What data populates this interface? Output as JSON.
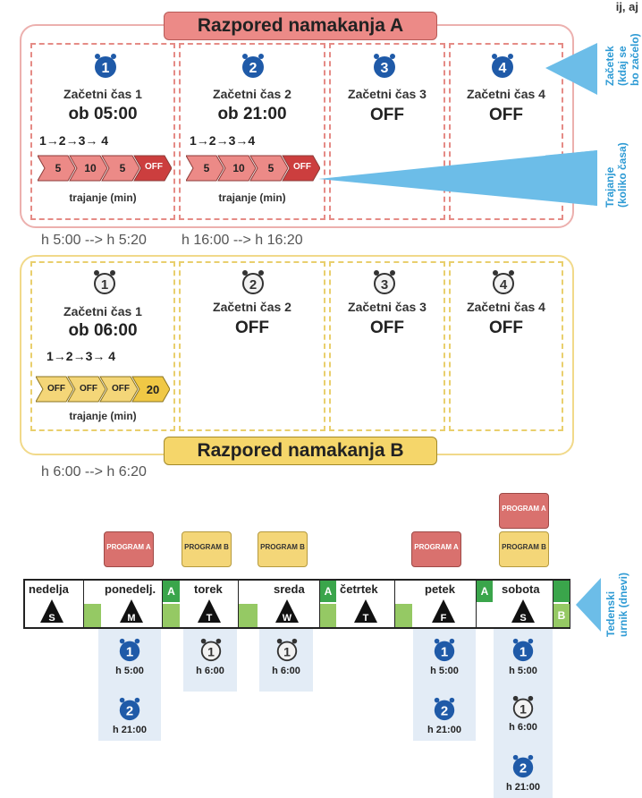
{
  "schedule_a": {
    "title": "Razpored namakanja A",
    "slots": [
      {
        "number": "1",
        "label": "Začetni čas 1",
        "time": "ob 05:00",
        "sequence": "1→2→3→ 4",
        "durations": [
          "5",
          "10",
          "5",
          "OFF"
        ],
        "duration_label": "trajanje (min)"
      },
      {
        "number": "2",
        "label": "Začetni čas 2",
        "time": "ob 21:00",
        "sequence": "1→2→3→4",
        "durations": [
          "5",
          "10",
          "5",
          "OFF"
        ],
        "duration_label": "trajanje (min)"
      },
      {
        "number": "3",
        "label": "Začetni čas 3",
        "time": "OFF"
      },
      {
        "number": "4",
        "label": "Začetni čas 4",
        "time": "OFF"
      }
    ],
    "ranges": [
      "h 5:00 --> h 5:20",
      "h 16:00 --> h 16:20"
    ]
  },
  "schedule_b": {
    "title": "Razpored namakanja B",
    "slots": [
      {
        "number": "1",
        "label": "Začetni čas 1",
        "time": "ob 06:00",
        "sequence": "1→2→3→ 4",
        "durations": [
          "OFF",
          "OFF",
          "OFF",
          "20"
        ],
        "duration_label": "trajanje (min)"
      },
      {
        "number": "2",
        "label": "Začetni čas 2",
        "time": "OFF"
      },
      {
        "number": "3",
        "label": "Začetni čas 3",
        "time": "OFF"
      },
      {
        "number": "4",
        "label": "Začetni čas 4",
        "time": "OFF"
      }
    ],
    "range": "h 6:00 --> h 6:20"
  },
  "callouts": {
    "start": "Začetek (kdaj se bo začelo)",
    "duration": "Trajanje (koliko časa)",
    "weekly": "Tedenski urnik (dnevi)"
  },
  "top_right_fragment": "ij, aj",
  "program_a_label": "PROGRAM A",
  "program_b_label": "PROGRAM B",
  "green_a": "A",
  "green_b": "B",
  "days": [
    {
      "name": "nedelja",
      "letter": "S"
    },
    {
      "name": "ponedelj.",
      "letter": "M"
    },
    {
      "name": "torek",
      "letter": "T"
    },
    {
      "name": "sreda",
      "letter": "W"
    },
    {
      "name": "četrtek",
      "letter": "T"
    },
    {
      "name": "petek",
      "letter": "F"
    },
    {
      "name": "sobota",
      "letter": "S"
    }
  ],
  "day_times": {
    "mon": [
      "h 5:00",
      "h 21:00"
    ],
    "tue": [
      "h 6:00"
    ],
    "wed": [
      "h 6:00"
    ],
    "fri": [
      "h 5:00",
      "h 21:00"
    ],
    "sat": [
      "h 5:00",
      "h 6:00",
      "h 21:00"
    ]
  },
  "clock_numbers": {
    "one": "1",
    "two": "2"
  },
  "colors": {
    "a_red": "#d9716e",
    "b_yellow": "#f4d678",
    "blue": "#1f5aa8",
    "green": "#3aa54b",
    "callout": "#2d9ad4"
  }
}
